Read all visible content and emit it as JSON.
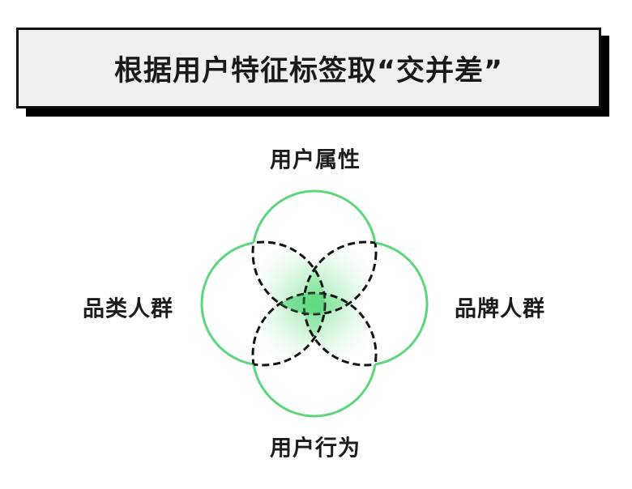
{
  "title": {
    "text": "根据用户特征标签取“交并差”"
  },
  "diagram": {
    "type": "venn-4",
    "colors": {
      "circle_stroke": "#5cd67a",
      "dashed_stroke": "#141414",
      "overlap_fill": "#6fe08a",
      "title_bg": "#f0f0f0",
      "title_border": "#111111"
    },
    "sets": [
      {
        "id": "top",
        "label": "用户属性"
      },
      {
        "id": "left",
        "label": "品类人群"
      },
      {
        "id": "right",
        "label": "品牌人群"
      },
      {
        "id": "bottom",
        "label": "用户行为"
      }
    ]
  }
}
